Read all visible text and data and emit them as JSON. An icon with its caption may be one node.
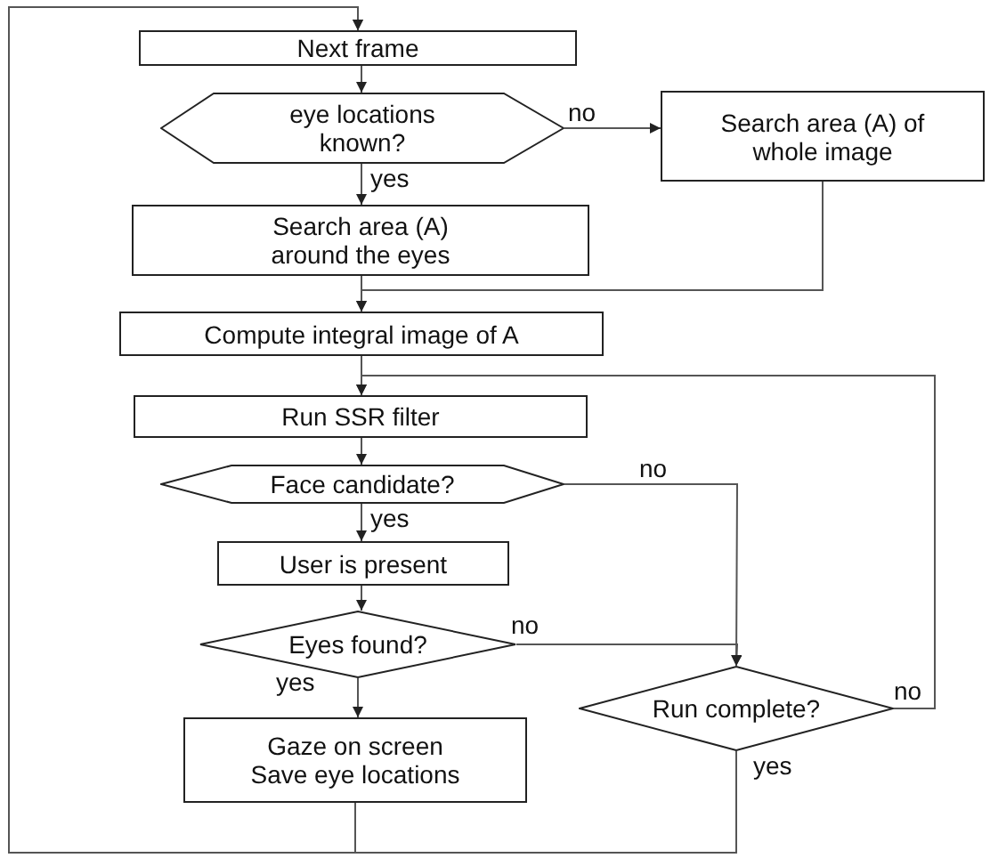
{
  "diagram": {
    "nodes": [
      {
        "text": [
          "Next frame"
        ]
      },
      {
        "text": [
          "eye locations known?"
        ]
      },
      {
        "text": [
          "Search area (A) of whole image"
        ]
      },
      {
        "text": [
          "Search area (A) around the eyes"
        ]
      },
      {
        "text": [
          "Compute integral image of A"
        ]
      },
      {
        "text": [
          "Run SSR filter"
        ]
      },
      {
        "text": [
          "Face candidate?"
        ]
      },
      {
        "text": [
          "User is present"
        ]
      },
      {
        "text": [
          "Eyes found?"
        ]
      },
      {
        "text": [
          "Gaze on screen",
          "Save eye locations"
        ]
      },
      {
        "text": [
          "Run complete?"
        ]
      }
    ],
    "edges": [
      {
        "from": 0,
        "to": 1,
        "arrow": "to"
      },
      {
        "from": 1,
        "to": 3,
        "arrow": "to",
        "label": "yes"
      },
      {
        "from": 1,
        "to": 2,
        "arrow": "to",
        "label": "no"
      },
      {
        "from": 3,
        "to": 4,
        "arrow": "to"
      },
      {
        "from": 2,
        "to": 4,
        "arrow": "to"
      },
      {
        "from": 4,
        "to": 5,
        "arrow": "to"
      },
      {
        "from": 5,
        "to": 6,
        "arrow": "to"
      },
      {
        "from": 6,
        "to": 7,
        "arrow": "to",
        "label": "yes"
      },
      {
        "from": 6,
        "to": 10,
        "arrow": "to",
        "label": "no"
      },
      {
        "from": 7,
        "to": 8,
        "arrow": "to"
      },
      {
        "from": 8,
        "to": 9,
        "arrow": "to",
        "label": "yes"
      },
      {
        "from": 8,
        "to": 10,
        "arrow": "to",
        "label": "no"
      },
      {
        "from": 10,
        "to": 5,
        "arrow": "to",
        "label": "no"
      },
      {
        "from": 9,
        "to": 0,
        "arrow": "to"
      },
      {
        "from": 10,
        "to": 0,
        "arrow": "to",
        "label": "yes"
      }
    ]
  }
}
